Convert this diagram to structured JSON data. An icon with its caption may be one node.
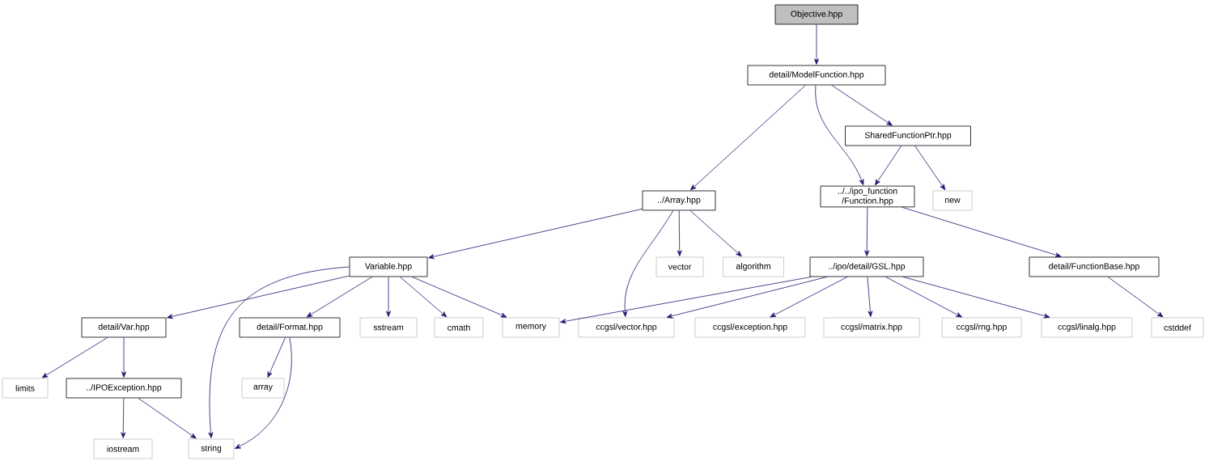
{
  "diagram": {
    "nodes": [
      {
        "text": [
          "Objective.hpp"
        ]
      },
      {
        "text": [
          "detail/ModelFunction.hpp"
        ]
      },
      {
        "text": [
          "SharedFunctionPtr.hpp"
        ]
      },
      {
        "text": [
          "../../ipo_function /Function.hpp"
        ]
      },
      {
        "text": [
          "new"
        ]
      },
      {
        "text": [
          "../Array.hpp"
        ]
      },
      {
        "text": [
          "vector"
        ]
      },
      {
        "text": [
          "algorithm"
        ]
      },
      {
        "text": [
          "../ipo/detail/GSL.hpp"
        ]
      },
      {
        "text": [
          "detail/FunctionBase.hpp"
        ]
      },
      {
        "text": [
          "Variable.hpp"
        ]
      },
      {
        "text": [
          "detail/Var.hpp"
        ]
      },
      {
        "text": [
          "detail/Format.hpp"
        ]
      },
      {
        "text": [
          "sstream"
        ]
      },
      {
        "text": [
          "cmath"
        ]
      },
      {
        "text": [
          "memory"
        ]
      },
      {
        "text": [
          "ccgsl/vector.hpp"
        ]
      },
      {
        "text": [
          "ccgsl/exception.hpp"
        ]
      },
      {
        "text": [
          "ccgsl/matrix.hpp"
        ]
      },
      {
        "text": [
          "ccgsl/rng.hpp"
        ]
      },
      {
        "text": [
          "ccgsl/linalg.hpp"
        ]
      },
      {
        "text": [
          "cstddef"
        ]
      },
      {
        "text": [
          "limits"
        ]
      },
      {
        "text": [
          "../IPOException.hpp"
        ]
      },
      {
        "text": [
          "array"
        ]
      },
      {
        "text": [
          "iostream"
        ]
      },
      {
        "text": [
          "string"
        ]
      }
    ],
    "edges": [
      {
        "from": 0,
        "to": 1,
        "arrow": "to"
      },
      {
        "from": 1,
        "to": 2,
        "arrow": "to"
      },
      {
        "from": 1,
        "to": 3,
        "arrow": "to"
      },
      {
        "from": 1,
        "to": 5,
        "arrow": "to"
      },
      {
        "from": 2,
        "to": 3,
        "arrow": "to"
      },
      {
        "from": 2,
        "to": 4,
        "arrow": "to"
      },
      {
        "from": 5,
        "to": 10,
        "arrow": "to"
      },
      {
        "from": 5,
        "to": 16,
        "arrow": "to"
      },
      {
        "from": 5,
        "to": 6,
        "arrow": "to"
      },
      {
        "from": 5,
        "to": 7,
        "arrow": "to"
      },
      {
        "from": 3,
        "to": 8,
        "arrow": "to"
      },
      {
        "from": 3,
        "to": 9,
        "arrow": "to"
      },
      {
        "from": 8,
        "to": 15,
        "arrow": "to"
      },
      {
        "from": 8,
        "to": 16,
        "arrow": "to"
      },
      {
        "from": 8,
        "to": 17,
        "arrow": "to"
      },
      {
        "from": 8,
        "to": 18,
        "arrow": "to"
      },
      {
        "from": 8,
        "to": 19,
        "arrow": "to"
      },
      {
        "from": 8,
        "to": 20,
        "arrow": "to"
      },
      {
        "from": 9,
        "to": 21,
        "arrow": "to"
      },
      {
        "from": 10,
        "to": 11,
        "arrow": "to"
      },
      {
        "from": 10,
        "to": 26,
        "arrow": "to"
      },
      {
        "from": 10,
        "to": 12,
        "arrow": "to"
      },
      {
        "from": 10,
        "to": 13,
        "arrow": "to"
      },
      {
        "from": 10,
        "to": 14,
        "arrow": "to"
      },
      {
        "from": 10,
        "to": 15,
        "arrow": "to"
      },
      {
        "from": 11,
        "to": 22,
        "arrow": "to"
      },
      {
        "from": 11,
        "to": 23,
        "arrow": "to"
      },
      {
        "from": 12,
        "to": 24,
        "arrow": "to"
      },
      {
        "from": 12,
        "to": 26,
        "arrow": "to"
      },
      {
        "from": 23,
        "to": 25,
        "arrow": "to"
      },
      {
        "from": 23,
        "to": 26,
        "arrow": "to"
      }
    ]
  }
}
